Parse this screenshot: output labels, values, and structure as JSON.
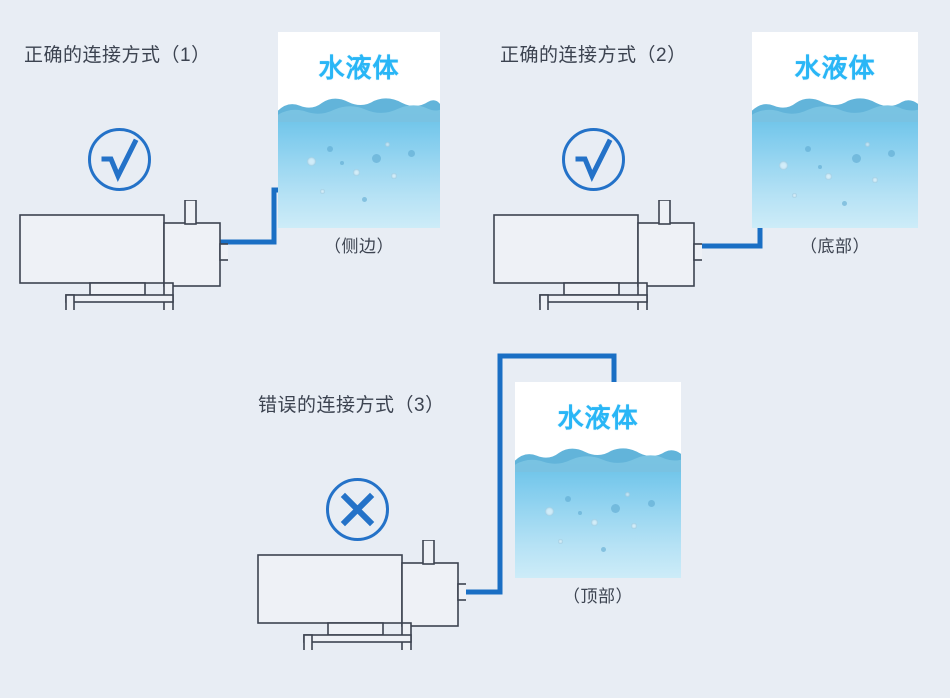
{
  "page": {
    "background_color": "#e8edf4",
    "accent_blue": "#2472c8",
    "pipe_blue": "#1a6fc4",
    "water_text_color": "#29b6f6",
    "line_color": "#3c4350"
  },
  "panels": [
    {
      "id": "panel-1",
      "title": "正确的连接方式（1）",
      "status": "correct",
      "status_icon": "check-circle-icon",
      "tank_label": "水液体",
      "caption": "（侧边）",
      "connection": "side"
    },
    {
      "id": "panel-2",
      "title": "正确的连接方式（2）",
      "status": "correct",
      "status_icon": "check-circle-icon",
      "tank_label": "水液体",
      "caption": "（底部）",
      "connection": "bottom"
    },
    {
      "id": "panel-3",
      "title": "错误的连接方式（3）",
      "status": "wrong",
      "status_icon": "cross-circle-icon",
      "tank_label": "水液体",
      "caption": "（顶部）",
      "connection": "top"
    }
  ]
}
